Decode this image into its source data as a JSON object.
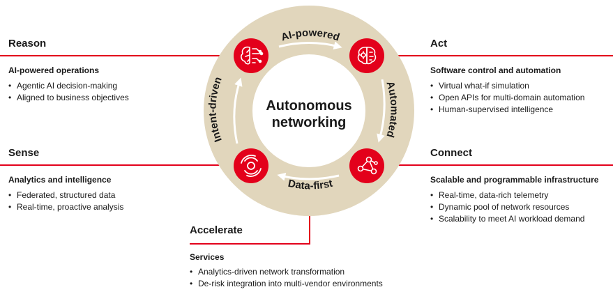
{
  "center": {
    "line1": "Autonomous",
    "line2": "networking"
  },
  "cycle_labels": {
    "top": "AI-powered",
    "right": "Automated",
    "bottom": "Data-first",
    "left": "Intent-driven"
  },
  "quadrants": {
    "reason": {
      "title": "Reason",
      "subtitle": "AI-powered operations",
      "items": [
        "Agentic AI decision-making",
        "Aligned to business objectives"
      ]
    },
    "act": {
      "title": "Act",
      "subtitle": "Software control and automation",
      "items": [
        "Virtual what-if simulation",
        "Open APIs for multi-domain automation",
        "Human-supervised intelligence"
      ]
    },
    "sense": {
      "title": "Sense",
      "subtitle": "Analytics and intelligence",
      "items": [
        "Federated, structured data",
        "Real-time, proactive analysis"
      ]
    },
    "connect": {
      "title": "Connect",
      "subtitle": "Scalable and programmable infrastructure",
      "items": [
        "Real-time, data-rich telemetry",
        "Dynamic pool of network resources",
        "Scalability to meet AI workload demand"
      ]
    },
    "accelerate": {
      "title": "Accelerate",
      "subtitle": "Services",
      "items": [
        "Analytics-driven network transformation",
        "De-risk integration into multi-vendor environments"
      ]
    }
  },
  "colors": {
    "accent": "#e3001b",
    "ring": "#e1d6bc",
    "text": "#1a1a1a"
  },
  "icons": {
    "reason": "brain-circuit-icon",
    "act": "brain-gear-icon",
    "sense": "sensor-circles-icon",
    "connect": "network-nodes-icon"
  }
}
